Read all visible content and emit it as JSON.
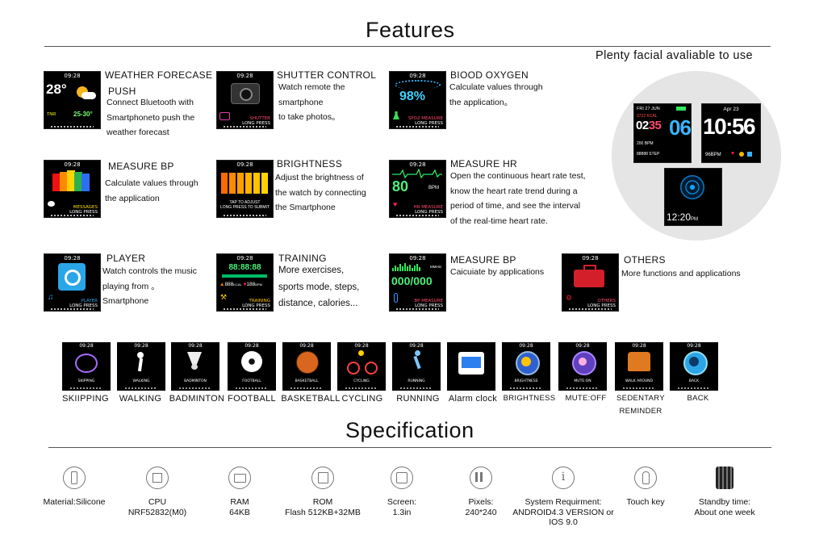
{
  "features": {
    "title": "Features",
    "faces_caption": "Plenty facial avaliable to use",
    "items": [
      {
        "title": "WEATHER FORECASE",
        "title2": "PUSH",
        "desc": [
          "Connect Bluetooth with",
          "Smartphoneto push the",
          "weather forecast"
        ],
        "screen": {
          "time": "09:28",
          "temp": "28°",
          "range": "25-30°",
          "icon_label": "TNR"
        }
      },
      {
        "title": "SHUTTER CONTROL",
        "desc": [
          "Watch remote the",
          "smartphone",
          "to take photos。"
        ],
        "screen": {
          "time": "09:28",
          "label": "SHUTTER",
          "label2": "LONG PRESS"
        }
      },
      {
        "title": "BIOOD OXYGEN",
        "desc": [
          "Calculate values through",
          "the application。"
        ],
        "screen": {
          "time": "09:28",
          "value": "98%",
          "label": "SPO2 MEASURE",
          "label2": "LONG PRESS"
        }
      },
      {
        "title": "MEASURE BP",
        "desc": [
          "Calculate values through",
          "the application"
        ],
        "screen": {
          "time": "09:28",
          "label": "MESSAGES",
          "label2": "LONG PRESS"
        }
      },
      {
        "title": "BRIGHTNESS",
        "desc": [
          "Adjust the brightness of",
          "the watch by connecting",
          " the Smartphone"
        ],
        "screen": {
          "time": "09:28",
          "label": "TAP TO ADJUST",
          "label2": "LONG PRESS TO SUBMIT"
        }
      },
      {
        "title": "MEASURE HR",
        "desc": [
          "Open the continuous heart rate test,",
          "know the heart rate trend during a",
          "period of time, and see the interval",
          "of the real-time heart rate."
        ],
        "screen": {
          "time": "09:28",
          "value": "80",
          "unit": "BPM",
          "label": "HR MEASURE",
          "label2": "LONG PRESS"
        }
      },
      {
        "title": "PLAYER",
        "desc": [
          "Watch controls the music",
          " playing from 。",
          "Smartphone"
        ],
        "screen": {
          "time": "09:28",
          "label": "PLAYER",
          "label2": "LONG PRESS"
        }
      },
      {
        "title": "TRAINING",
        "desc": [
          "More exercises,",
          "sports mode, steps,",
          "distance, calories..."
        ],
        "screen": {
          "time": "09:28",
          "value": "88:88:88",
          "kcal": "888",
          "kcal_unit": "KCAL",
          "bpm": "188",
          "bpm_unit": "BPM",
          "label": "TRAINING",
          "label2": "LONG PRESS"
        }
      },
      {
        "title": "MEASURE BP",
        "desc": [
          "Caicuiate by applications"
        ],
        "screen": {
          "time": "09:28",
          "value": "000/000",
          "unit": "MMHG",
          "label": "BP MEASURE",
          "label2": "LONG PRESS"
        }
      },
      {
        "title": "OTHERS",
        "desc": [
          "More functions and applications"
        ],
        "screen": {
          "time": "09:28",
          "label": "OTHERS",
          "label2": "LONG PRESS"
        }
      }
    ],
    "faces": [
      {
        "date": "FRI 27 JUN",
        "kcal": "3722 KCAL",
        "time_h": "02",
        "time_m": "35",
        "time_s": "06",
        "bpm": "200 BPM",
        "steps": "88888 STEP"
      },
      {
        "date": "Apr 23",
        "time": "10:56",
        "bpm": "96BPM"
      },
      {
        "time": "12:20",
        "ampm": "PM"
      }
    ]
  },
  "modes": [
    {
      "caption": "SKIIPPING",
      "time": "09:28",
      "label": "SKIPPING",
      "icon": "skipping-icon"
    },
    {
      "caption": "WALKING",
      "time": "09:28",
      "label": "WALKING",
      "icon": "walking-icon"
    },
    {
      "caption": "BADMINTON",
      "time": "09:28",
      "label": "BADMINTON",
      "icon": "shuttlecock-icon"
    },
    {
      "caption": "FOOTBALL",
      "time": "09:28",
      "label": "FOOTBALL",
      "icon": "football-icon"
    },
    {
      "caption": "BASKETBALL",
      "time": "09:28",
      "label": "BASKETBALL",
      "icon": "basketball-icon"
    },
    {
      "caption": "CYCLING",
      "time": "09:28",
      "label": "CYCLING",
      "icon": "cycling-icon"
    },
    {
      "caption": "RUNNING",
      "time": "09:28",
      "label": "RUNNING",
      "icon": "running-icon"
    },
    {
      "caption": "Alarm clock",
      "time": "",
      "label": "",
      "icon": "alarm-clock-icon"
    },
    {
      "caption": "BRIGHTNESS",
      "time": "09:28",
      "label": "BRIGHTNESS",
      "icon": "brightness-icon"
    },
    {
      "caption": "MUTE:OFF",
      "time": "09:28",
      "label": "MUTE:ON",
      "icon": "mute-icon"
    },
    {
      "caption": "SEDENTARY",
      "caption2": "REMINDER",
      "time": "09:28",
      "label": "WALK AROUND",
      "icon": "sedentary-icon"
    },
    {
      "caption": "BACK",
      "time": "09:28",
      "label": "BACK",
      "icon": "back-icon"
    }
  ],
  "specification": {
    "title": "Specification",
    "items": [
      {
        "line1": "Material:Silicone",
        "icon": "material-icon"
      },
      {
        "line1": "CPU",
        "line2": "NRF52832(M0)",
        "icon": "cpu-icon"
      },
      {
        "line1": "RAM",
        "line2": "64KB",
        "icon": "ram-icon"
      },
      {
        "line1": "ROM",
        "line2": "Flash 512KB+32MB",
        "icon": "rom-icon"
      },
      {
        "line1": "Screen:",
        "line2": "1.3in",
        "icon": "screen-icon"
      },
      {
        "line1": "Pixels:",
        "line2": "240*240",
        "icon": "pixels-icon"
      },
      {
        "line1": "System Requirment:",
        "line2": "ANDROID4.3 VERSION or",
        "line3": "IOS 9.0",
        "icon": "info-icon"
      },
      {
        "line1": "Touch key",
        "icon": "touch-key-icon"
      },
      {
        "line1": "Standby time:",
        "line2": "About one week",
        "icon": "battery-icon"
      }
    ]
  }
}
